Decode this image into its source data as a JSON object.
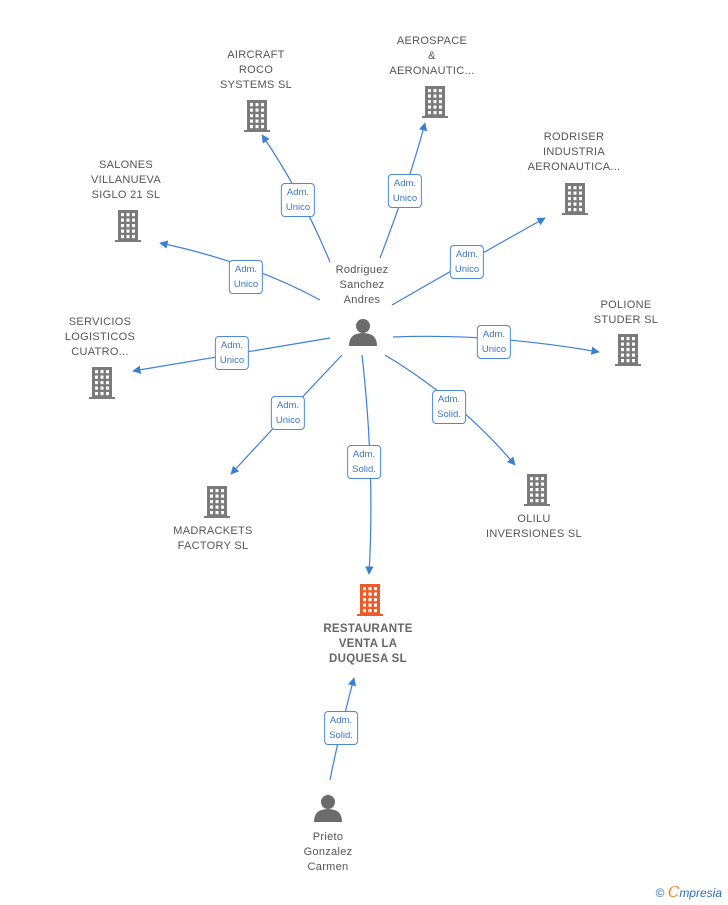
{
  "colors": {
    "edge": "#3c7fd6",
    "building": "#7a7a7a",
    "main_building": "#f05a28",
    "person": "#6b6b6b"
  },
  "nodes": {
    "rodriguez": "Rodriguez\nSanchez\nAndres",
    "aircraft": "AIRCRAFT\nROCO\nSYSTEMS SL",
    "aerospace": "AEROSPACE\n&\nAERONAUTIC...",
    "rodriser": "RODRISER\nINDUSTRIA\nAERONAUTICA...",
    "salones": "SALONES\nVILLANUEVA\nSIGLO 21  SL",
    "servicios": "SERVICIOS\nLOGISTICOS\nCUATRO...",
    "polione": "POLIONE\nSTUDER SL",
    "madrackets": "MADRACKETS\nFACTORY SL",
    "olilu": "OLILU\nINVERSIONES SL",
    "restaurante": "RESTAURANTE\nVENTA LA\nDUQUESA  SL",
    "prieto": "Prieto\nGonzalez\nCarmen"
  },
  "edges": {
    "aircraft": "Adm.\nUnico",
    "aerospace": "Adm.\nUnico",
    "rodriser": "Adm.\nUnico",
    "salones": "Adm.\nUnico",
    "servicios": "Adm.\nUnico",
    "polione": "Adm.\nUnico",
    "madrackets": "Adm.\nUnico",
    "olilu": "Adm.\nSolid.",
    "restaurante": "Adm.\nSolid.",
    "prieto": "Adm.\nSolid."
  },
  "footer": {
    "copyright": "©",
    "brand_initial": "C",
    "brand_rest": "mpresia"
  }
}
